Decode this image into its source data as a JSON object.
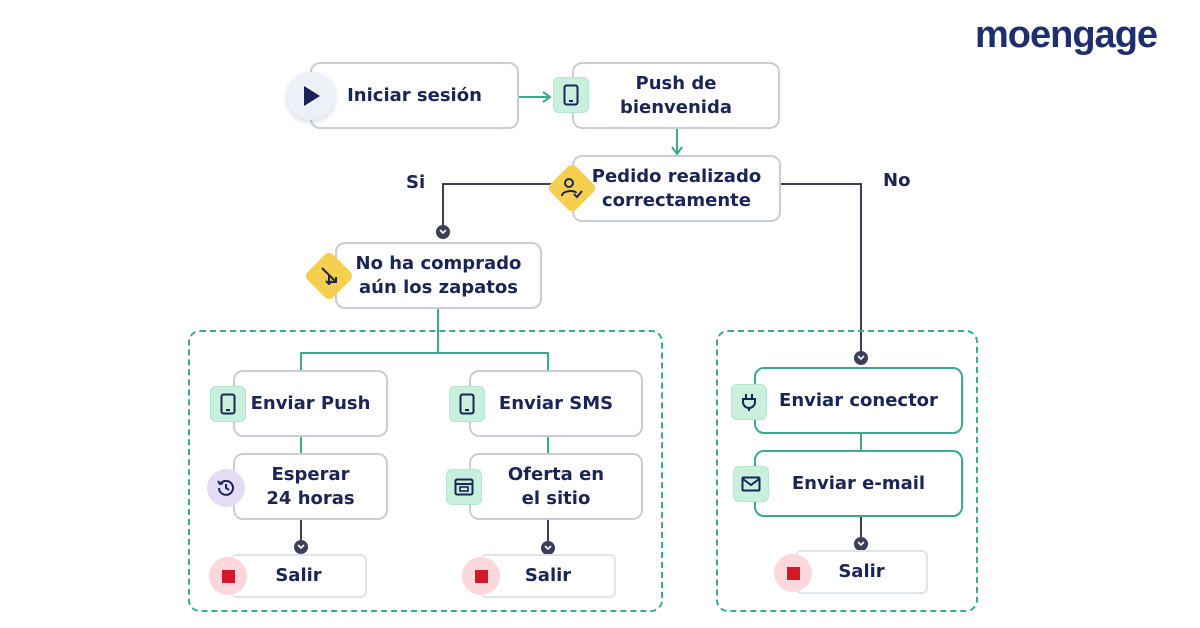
{
  "brand": {
    "logo_text": "moengage"
  },
  "colors": {
    "accent": "#39a98f",
    "navy": "#1b2457",
    "diamond": "#f7cf4f",
    "exit_red": "#d1192a"
  },
  "nodes": {
    "start": "Iniciar sesión",
    "welcome_push": "Push de\nbienvenida",
    "order_check": "Pedido realizado\ncorrectamente",
    "not_bought": "No ha comprado\naún los zapatos",
    "send_push": "Enviar Push",
    "wait": "Esperar\n24 horas",
    "send_sms": "Enviar SMS",
    "onsite_offer": "Oferta en\nel sitio",
    "send_connector": "Enviar conector",
    "send_email": "Enviar e-mail",
    "exit_1": "Salir",
    "exit_2": "Salir",
    "exit_3": "Salir"
  },
  "branch_labels": {
    "yes": "Si",
    "no": "No"
  },
  "icons": {
    "start": "play-icon",
    "welcome_push": "smartphone-icon",
    "order_check": "user-check-icon",
    "not_bought": "split-arrows-icon",
    "send_push": "smartphone-icon",
    "wait": "history-icon",
    "send_sms": "smartphone-icon",
    "onsite_offer": "browser-window-icon",
    "send_connector": "plug-icon",
    "send_email": "envelope-icon",
    "exit": "stop-icon"
  }
}
